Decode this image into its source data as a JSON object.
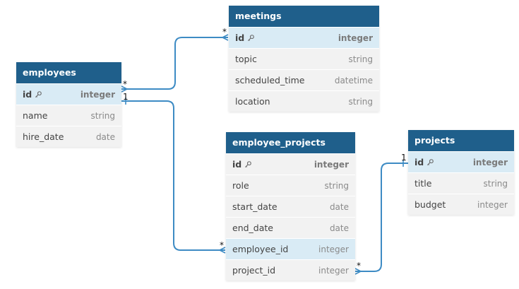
{
  "tables": {
    "employees": {
      "name": "employees",
      "fields": [
        {
          "name": "id",
          "type": "integer"
        },
        {
          "name": "name",
          "type": "string"
        },
        {
          "name": "hire_date",
          "type": "date"
        }
      ]
    },
    "meetings": {
      "name": "meetings",
      "fields": [
        {
          "name": "id",
          "type": "integer"
        },
        {
          "name": "topic",
          "type": "string"
        },
        {
          "name": "scheduled_time",
          "type": "datetime"
        },
        {
          "name": "location",
          "type": "string"
        }
      ]
    },
    "employee_projects": {
      "name": "employee_projects",
      "fields": [
        {
          "name": "id",
          "type": "integer"
        },
        {
          "name": "role",
          "type": "string"
        },
        {
          "name": "start_date",
          "type": "date"
        },
        {
          "name": "end_date",
          "type": "date"
        },
        {
          "name": "employee_id",
          "type": "integer"
        },
        {
          "name": "project_id",
          "type": "integer"
        }
      ]
    },
    "projects": {
      "name": "projects",
      "fields": [
        {
          "name": "id",
          "type": "integer"
        },
        {
          "name": "title",
          "type": "string"
        },
        {
          "name": "budget",
          "type": "integer"
        }
      ]
    }
  },
  "relations": [
    {
      "from": "employees.id",
      "to": "meetings.id",
      "from_card": "*",
      "to_card": "*"
    },
    {
      "from": "employees.id",
      "to": "employee_projects.employee_id",
      "from_card": "1",
      "to_card": "*"
    },
    {
      "from": "projects.id",
      "to": "employee_projects.project_id",
      "from_card": "1",
      "to_card": "*"
    }
  ],
  "colors": {
    "header": "#1f5f8b",
    "row_bg": "#f2f2f2",
    "highlight": "#d9ebf5",
    "link": "#3d8bc4"
  },
  "icons": {
    "primary_key": "key-icon"
  }
}
